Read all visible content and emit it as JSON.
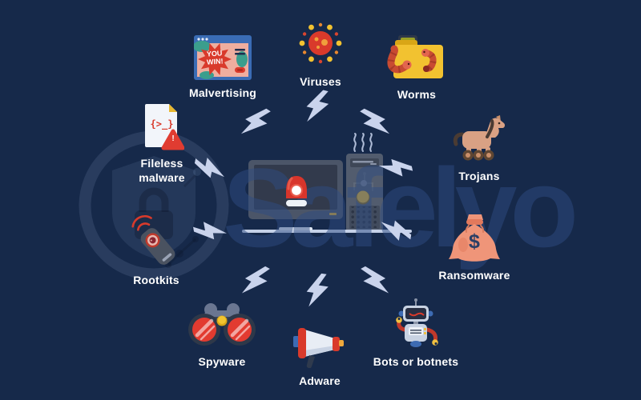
{
  "watermark": {
    "brand": "Safelyo"
  },
  "nodes": {
    "malvertising": {
      "label": "Malvertising",
      "popup_text": "YOU WIN!"
    },
    "viruses": {
      "label": "Viruses"
    },
    "worms": {
      "label": "Worms"
    },
    "trojans": {
      "label": "Trojans"
    },
    "ransomware": {
      "label": "Ransomware",
      "currency_symbol": "$"
    },
    "bots": {
      "label": "Bots or botnets"
    },
    "adware": {
      "label": "Adware"
    },
    "spyware": {
      "label": "Spyware"
    },
    "rootkits": {
      "label": "Rootkits"
    },
    "fileless": {
      "label": "Fileless malware",
      "code_text": "{>_}",
      "warning_mark": "!"
    }
  },
  "colors": {
    "background": "#16294a",
    "lightning": "#c9d3ec",
    "label_text": "#ffffff",
    "alert_red": "#d93a2b",
    "accent_yellow": "#f2c230",
    "device_gray": "#4b5568",
    "desk_line": "#c5d1e8"
  }
}
